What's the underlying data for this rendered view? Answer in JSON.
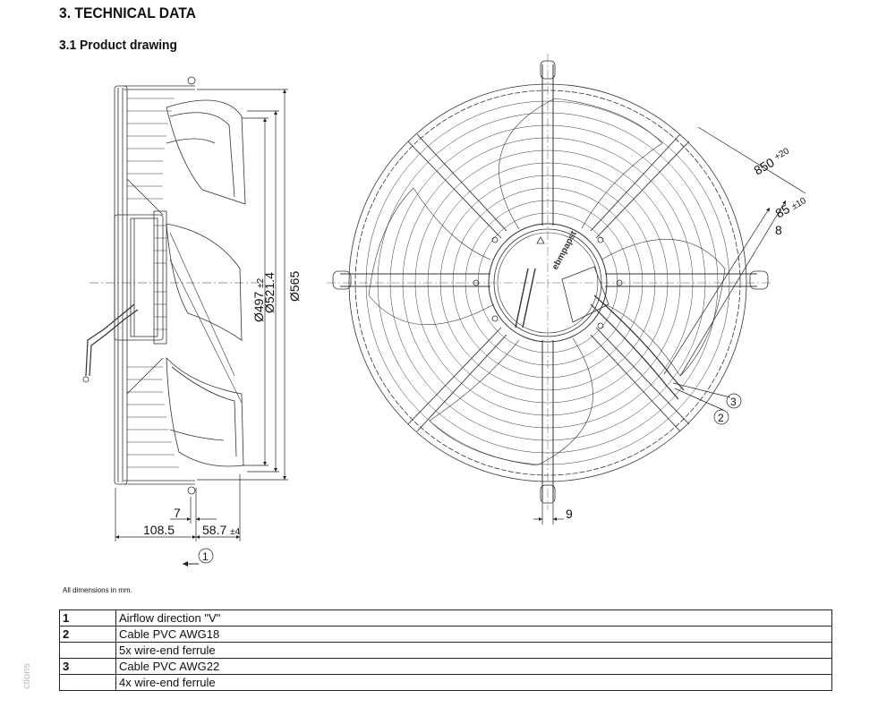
{
  "section_title": "3. TECHNICAL DATA",
  "subsection_title": "3.1 Product drawing",
  "dimensions": {
    "d_497": "Ø497",
    "d_497_tol": "±2",
    "d_521": "Ø521.4",
    "d_565": "Ø565",
    "dim_7": "7",
    "dim_108": "108.5",
    "dim_58": "58.7",
    "dim_58_tol": "±4",
    "dim_850": "850",
    "dim_850_tol": "+20",
    "dim_85": "85",
    "dim_85_tol": "±10",
    "dim_8": "8",
    "dim_9": "9"
  },
  "callouts": {
    "c1": "1",
    "c2": "2",
    "c3": "3"
  },
  "brand_label": "ebmpapst",
  "note": "All dimensions in mm.",
  "side_text": "ctions",
  "legend": [
    {
      "num": "1",
      "text": "Airflow direction \"V\""
    },
    {
      "num": "2",
      "text": "Cable PVC AWG18"
    },
    {
      "num": "",
      "text": "5x wire-end ferrule"
    },
    {
      "num": "3",
      "text": "Cable PVC AWG22"
    },
    {
      "num": "",
      "text": "4x wire-end ferrule"
    }
  ]
}
